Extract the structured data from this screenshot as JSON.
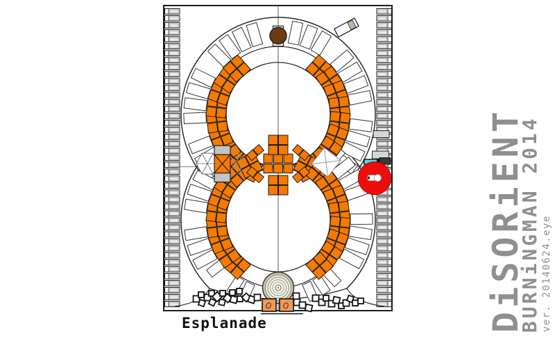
{
  "branding": {
    "title": "DiSORiENT",
    "subtitle": "BURNiNGMAN 2014",
    "version": "ver. 20140624.eye",
    "color": "#8f8f8f"
  },
  "map": {
    "esplanade_label": "Esplanade",
    "colors": {
      "border": "#1a1a1a",
      "line": "#555555",
      "cell_fill": "#ffffff",
      "cell_inner": "#ececec",
      "cell_inner_stroke": "#999999",
      "spoke_fill": "#ffffff",
      "spoke_stroke": "#333333",
      "orange": "#f57a00",
      "orange_stroke": "#1c1c1c",
      "tan": "#ed9a5a",
      "brown": "#6b3a10",
      "red": "#ee0d0d",
      "red_stroke": "#bb0000",
      "cyan": "#3fe3ea",
      "gray_fill": "#d6d6d6",
      "dark_fill": "#383838",
      "dome_rim": "#c6c3a8",
      "dome_mid": "#edebd8",
      "dome_pale": "#f4f2e2",
      "faint": "#888888"
    },
    "camp_cells_per_side": 43,
    "scatter_camps": [
      [
        283,
        431,
        9,
        0
      ],
      [
        290,
        425,
        8,
        0
      ],
      [
        291,
        437,
        8,
        18
      ],
      [
        299,
        429,
        9,
        0
      ],
      [
        306,
        436,
        8,
        25
      ],
      [
        305,
        423,
        8,
        0
      ],
      [
        313,
        428,
        10,
        45
      ],
      [
        320,
        436,
        8,
        12
      ],
      [
        321,
        423,
        8,
        0
      ],
      [
        328,
        430,
        9,
        40
      ],
      [
        335,
        422,
        8,
        0
      ],
      [
        337,
        432,
        9,
        15
      ],
      [
        345,
        420,
        8,
        0
      ],
      [
        346,
        431,
        8,
        0
      ],
      [
        355,
        429,
        9,
        45
      ],
      [
        363,
        432,
        9,
        20
      ],
      [
        371,
        429,
        9,
        0
      ],
      [
        427,
        427,
        9,
        0
      ],
      [
        428,
        436,
        9,
        0
      ],
      [
        436,
        440,
        9,
        0
      ],
      [
        445,
        444,
        9,
        12
      ],
      [
        455,
        430,
        9,
        0
      ],
      [
        464,
        436,
        9,
        0
      ],
      [
        470,
        430,
        8,
        0
      ],
      [
        478,
        438,
        9,
        0
      ],
      [
        485,
        433,
        9,
        10
      ],
      [
        492,
        441,
        8,
        0
      ],
      [
        499,
        437,
        9,
        0
      ],
      [
        505,
        431,
        8,
        20
      ],
      [
        512,
        437,
        8,
        0
      ],
      [
        520,
        434,
        8,
        0
      ]
    ]
  }
}
